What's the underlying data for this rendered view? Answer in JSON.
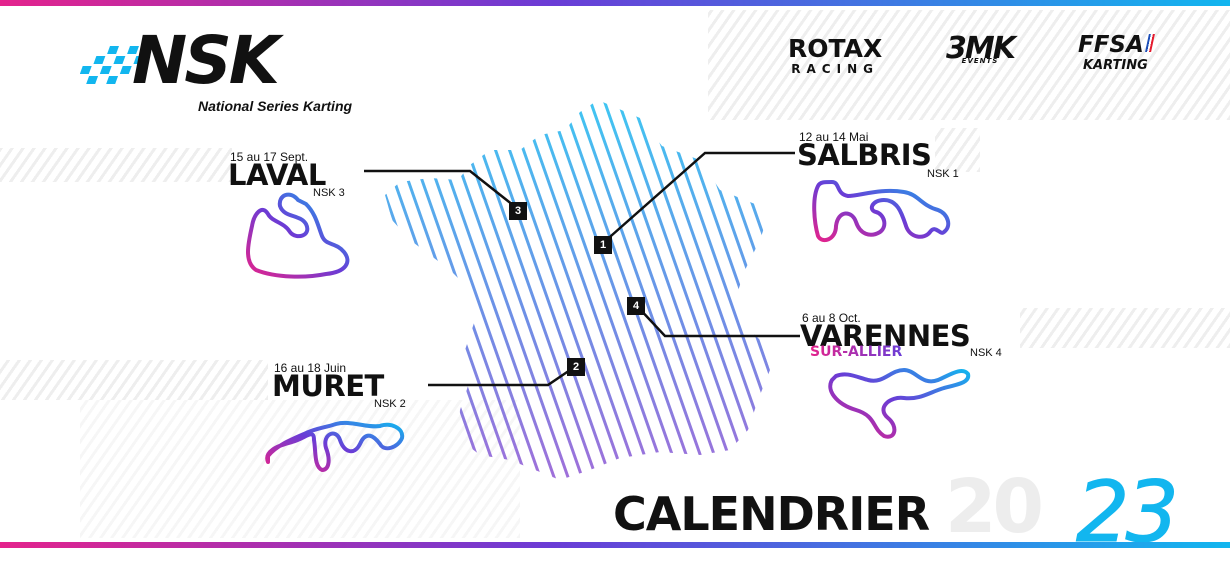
{
  "brand": {
    "logo_text": "NSK",
    "logo_subtitle": "National Series Karting",
    "accent": "#12b6ef",
    "magenta": "#e4238c",
    "violet": "#6a3cd6"
  },
  "sponsors": {
    "rotax_line1": "ROTAX",
    "rotax_line2": "RACING",
    "threemk": "3MK",
    "threemk_sub": "EVENTS",
    "ffsa_line1": "FFSA",
    "ffsa_line2": "KARTING"
  },
  "events": [
    {
      "round_num": "1",
      "date": "12 au 14 Mai",
      "city": "SALBRIS",
      "sub": "",
      "round": "NSK 1"
    },
    {
      "round_num": "2",
      "date": "16 au 18 Juin",
      "city": "MURET",
      "sub": "",
      "round": "NSK 2"
    },
    {
      "round_num": "3",
      "date": "15 au 17 Sept.",
      "city": "LAVAL",
      "sub": "",
      "round": "NSK 3"
    },
    {
      "round_num": "4",
      "date": "6 au 8 Oct.",
      "city": "VARENNES",
      "sub": "SUR-ALLIER",
      "round": "NSK 4"
    }
  ],
  "footer": {
    "title": "CALENDRIER",
    "year_ghost": "20",
    "year_main": "23"
  }
}
